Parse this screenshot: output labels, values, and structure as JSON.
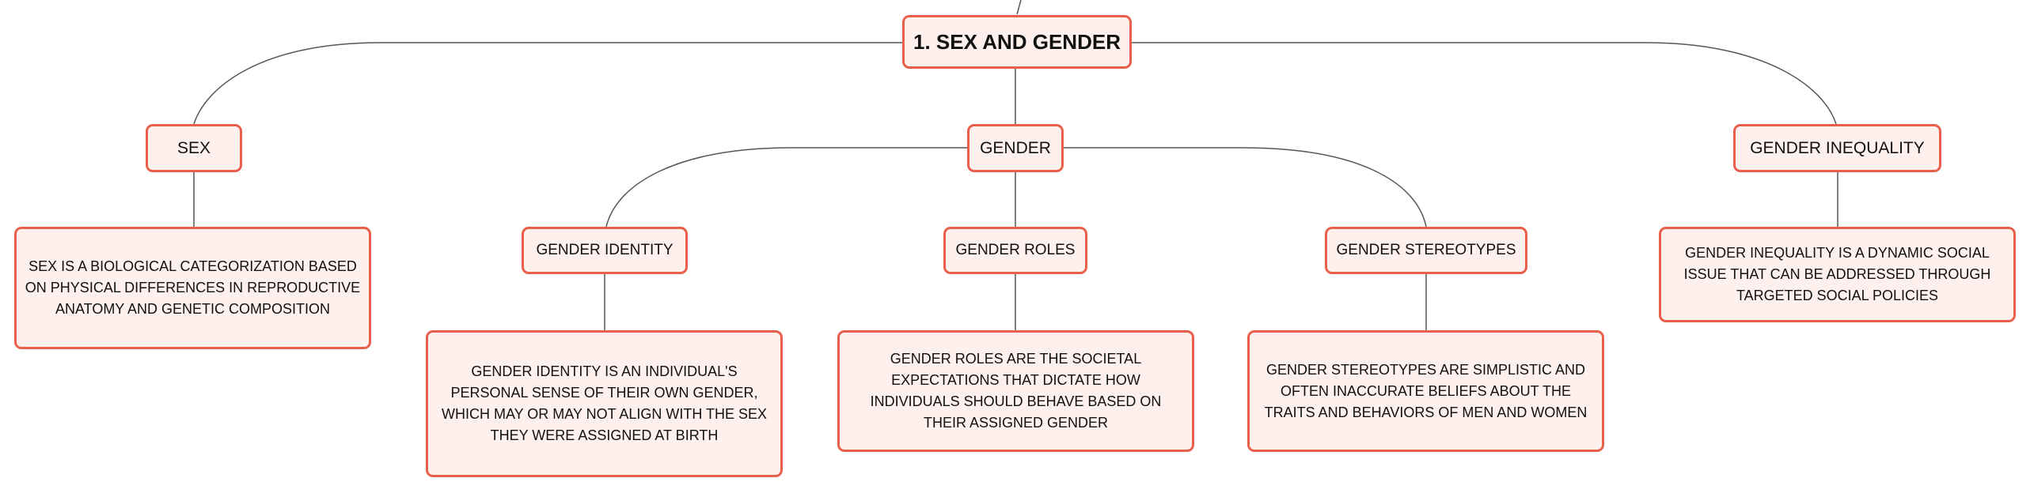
{
  "diagram": {
    "root": {
      "label": "1. SEX AND GENDER"
    },
    "sex": {
      "label": "SEX",
      "description": "SEX IS A BIOLOGICAL CATEGORIZATION BASED ON PHYSICAL DIFFERENCES IN REPRODUCTIVE ANATOMY AND GENETIC COMPOSITION"
    },
    "gender": {
      "label": "GENDER",
      "identity": {
        "label": "GENDER IDENTITY",
        "description": "GENDER IDENTITY IS AN INDIVIDUAL'S PERSONAL SENSE OF THEIR OWN GENDER, WHICH MAY OR MAY NOT ALIGN WITH THE SEX THEY WERE ASSIGNED AT BIRTH"
      },
      "roles": {
        "label": "GENDER ROLES",
        "description": "GENDER ROLES ARE THE SOCIETAL EXPECTATIONS THAT DICTATE HOW INDIVIDUALS SHOULD BEHAVE BASED ON THEIR ASSIGNED GENDER"
      },
      "stereotypes": {
        "label": "GENDER STEREOTYPES",
        "description": "GENDER STEREOTYPES ARE SIMPLISTIC AND OFTEN INACCURATE BELIEFS ABOUT THE TRAITS AND BEHAVIORS OF MEN AND WOMEN"
      }
    },
    "inequality": {
      "label": "GENDER INEQUALITY",
      "description": "GENDER INEQUALITY IS A DYNAMIC SOCIAL ISSUE THAT CAN BE ADDRESSED THROUGH TARGETED SOCIAL POLICIES"
    }
  },
  "colors": {
    "node_fill": "#fdf0ed",
    "node_border": "#e8604a",
    "connector": "#555555"
  }
}
